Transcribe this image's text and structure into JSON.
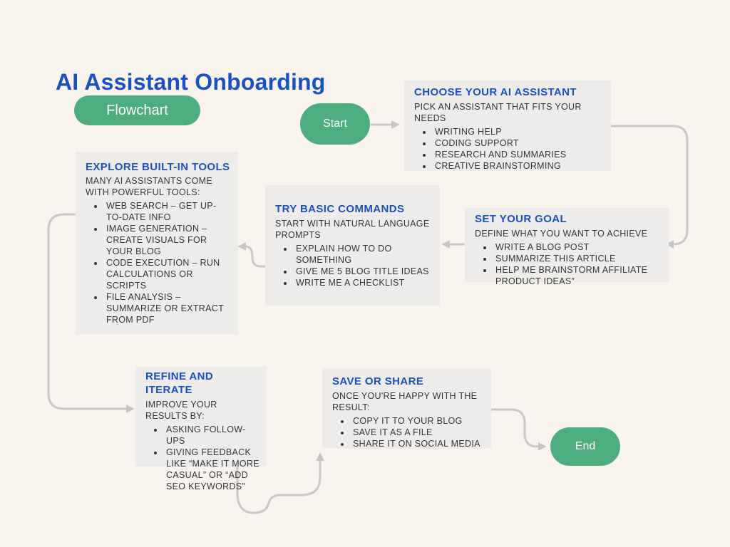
{
  "page": {
    "title": "AI Assistant Onboarding",
    "badge": "Flowchart"
  },
  "colors": {
    "background": "#faf4ee",
    "accent_green": "#4dad7e",
    "heading_blue": "#1a52c5",
    "node_background": "#edeceb",
    "body_text": "#363636",
    "connector_gray": "#c9c9ca"
  },
  "flow": {
    "start_label": "Start",
    "end_label": "End",
    "nodes": [
      {
        "id": "choose-your-ai-assistant",
        "title": "CHOOSE YOUR AI ASSISTANT",
        "description": "PICK AN ASSISTANT THAT FITS YOUR NEEDS",
        "bullets": [
          "WRITING HELP",
          "CODING SUPPORT",
          "RESEARCH AND SUMMARIES",
          "CREATIVE BRAINSTORMING"
        ]
      },
      {
        "id": "set-your-goal",
        "title": "SET YOUR GOAL",
        "description": "DEFINE WHAT YOU WANT TO ACHIEVE",
        "bullets": [
          "WRITE A BLOG POST",
          "SUMMARIZE THIS  ARTICLE",
          "HELP ME BRAINSTORM AFFILIATE PRODUCT IDEAS”"
        ]
      },
      {
        "id": "try-basic-commands",
        "title": "TRY BASIC COMMANDS",
        "description": "START WITH NATURAL LANGUAGE PROMPTS",
        "bullets": [
          "EXPLAIN HOW TO DO SOMETHING",
          "GIVE ME 5 BLOG TITLE IDEAS",
          "WRITE ME A CHECKLIST"
        ]
      },
      {
        "id": "explore-built-in-tools",
        "title": "EXPLORE BUILT-IN TOOLS",
        "description": "MANY AI ASSISTANTS COME WITH POWERFUL TOOLS:",
        "bullets": [
          "WEB SEARCH – GET UP-TO-DATE INFO",
          "IMAGE GENERATION – CREATE VISUALS FOR YOUR BLOG",
          "CODE EXECUTION – RUN CALCULATIONS OR SCRIPTS",
          "FILE ANALYSIS – SUMMARIZE OR EXTRACT FROM PDF"
        ]
      },
      {
        "id": "refine-and-iterate",
        "title": "REFINE AND ITERATE",
        "description": "IMPROVE YOUR RESULTS BY:",
        "bullets": [
          "ASKING FOLLOW-UPS",
          "GIVING FEEDBACK LIKE “MAKE IT MORE CASUAL” OR “ADD SEO KEYWORDS”"
        ]
      },
      {
        "id": "save-or-share",
        "title": "SAVE OR SHARE",
        "description": "ONCE YOU'RE HAPPY WITH THE RESULT:",
        "bullets": [
          "COPY IT TO YOUR BLOG",
          "SAVE IT AS A FILE",
          "SHARE IT ON SOCIAL MEDIA"
        ]
      }
    ]
  }
}
